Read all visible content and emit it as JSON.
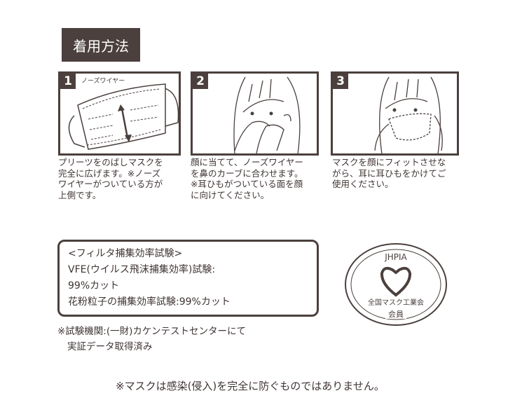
{
  "title": "着用方法",
  "steps": [
    {
      "number": "1",
      "label": "ノーズワイヤー",
      "lines": [
        "プリーツをのばしマスクを",
        "完全に広げます。※ノーズ",
        "ワイヤーがついている方が",
        "上側です。"
      ]
    },
    {
      "number": "2",
      "lines": [
        "顔に当てて、ノーズワイヤー",
        "を鼻のカーブに合わせます。",
        "※耳ひもがついている面を顔",
        "に向けてください。"
      ]
    },
    {
      "number": "3",
      "lines": [
        "マスクを顔にフィットさせな",
        "がら、耳に耳ひもをかけてご",
        "使用ください。"
      ]
    }
  ],
  "filter_test": {
    "lines": [
      "<フィルタ捕集効率試験>",
      "VFE(ウイルス飛沫捕集効率)試験:",
      "99%カット",
      "花粉粒子の捕集効率試験:99%カット"
    ]
  },
  "test_note": [
    "※試験機関:(一財)カケンテストセンターにて",
    "実証データ取得済み"
  ],
  "seal": {
    "top": "JHPIA",
    "middle": "全国マスク工業会",
    "bottom": "会員"
  },
  "disclaimer": "※マスクは感染(侵入)を完全に防ぐものではありません。"
}
